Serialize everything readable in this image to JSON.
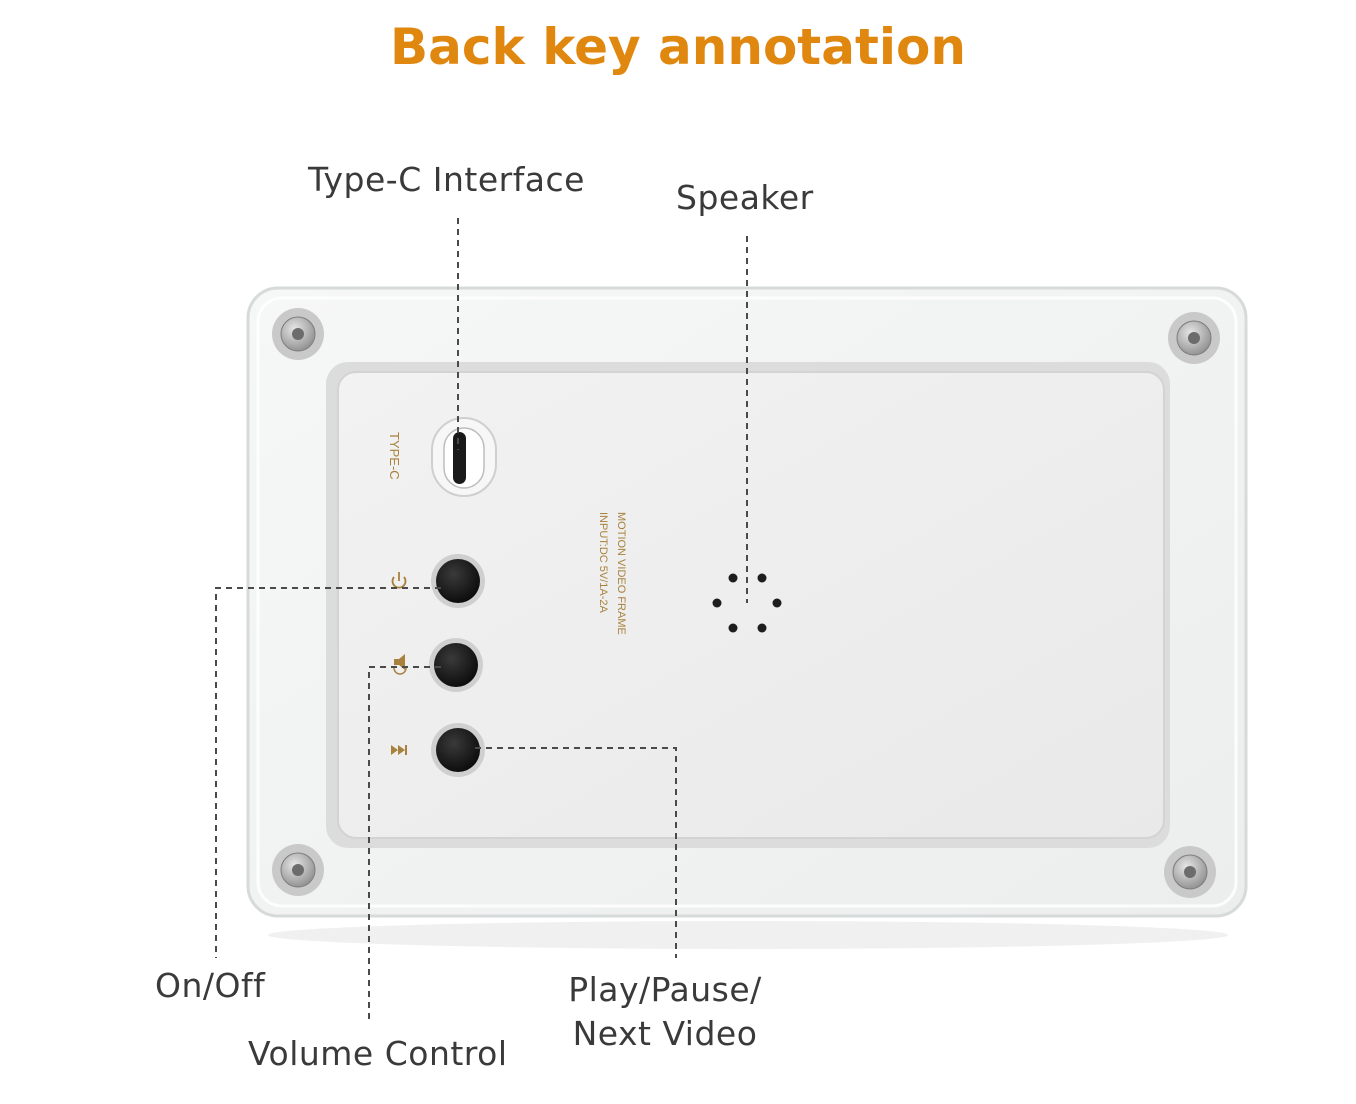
{
  "title": "Back key annotation",
  "labels": {
    "type_c_interface": "Type-C Interface",
    "speaker": "Speaker",
    "on_off": "On/Off",
    "volume_control": "Volume Control",
    "play_pause_line1": "Play/Pause/",
    "play_pause_line2": "Next Video"
  },
  "device": {
    "port_label": "TYPE-C",
    "product_line1": "MOTION VIDEO FRAME",
    "product_line2": "INPUT:DC 5V/1A-2A"
  },
  "colors": {
    "title": "#e0870f",
    "label_text": "#3a3a3a",
    "device_print": "#a8823d"
  }
}
